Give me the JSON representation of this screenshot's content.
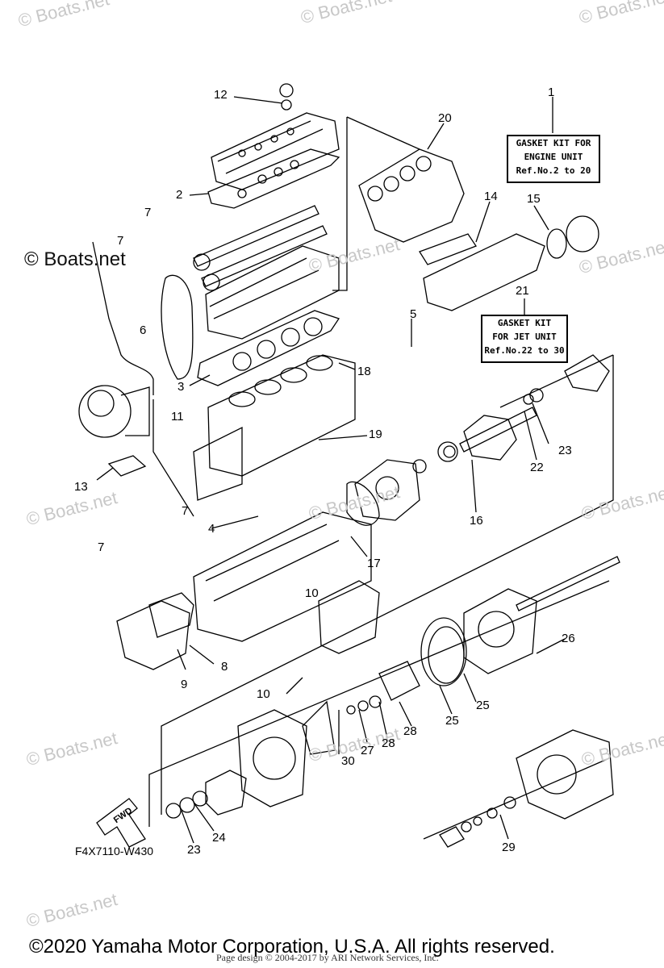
{
  "watermarks": [
    "© Boats.net",
    "© Boats.net",
    "© Boats.net",
    "© Boats.net",
    "© Boats.net",
    "© Boats.net",
    "© Boats.net",
    "© Boats.net",
    "© Boats.net",
    "© Boats.net",
    "© Boats.net",
    "© Boats.net"
  ],
  "watermark_prominent": "© Boats.net",
  "boxes": {
    "engine": [
      "GASKET KIT FOR",
      "ENGINE UNIT",
      "Ref.No.2 to 20"
    ],
    "jet": [
      "GASKET KIT",
      "FOR JET UNIT",
      "Ref.No.22 to 30"
    ]
  },
  "callouts": [
    "1",
    "2",
    "3",
    "4",
    "5",
    "6",
    "7",
    "7",
    "7",
    "7",
    "8",
    "9",
    "10",
    "10",
    "11",
    "12",
    "13",
    "14",
    "15",
    "16",
    "17",
    "18",
    "19",
    "20",
    "21",
    "22",
    "23",
    "23",
    "24",
    "25",
    "25",
    "26",
    "27",
    "28",
    "29",
    "30"
  ],
  "fwd_label": "FWD",
  "diagram_code": "F4X7110-W430",
  "copyright": "©2020 Yamaha Motor Corporation, U.S.A. All rights reserved.",
  "credit": "Page design © 2004-2017 by ARI Network Services, Inc."
}
